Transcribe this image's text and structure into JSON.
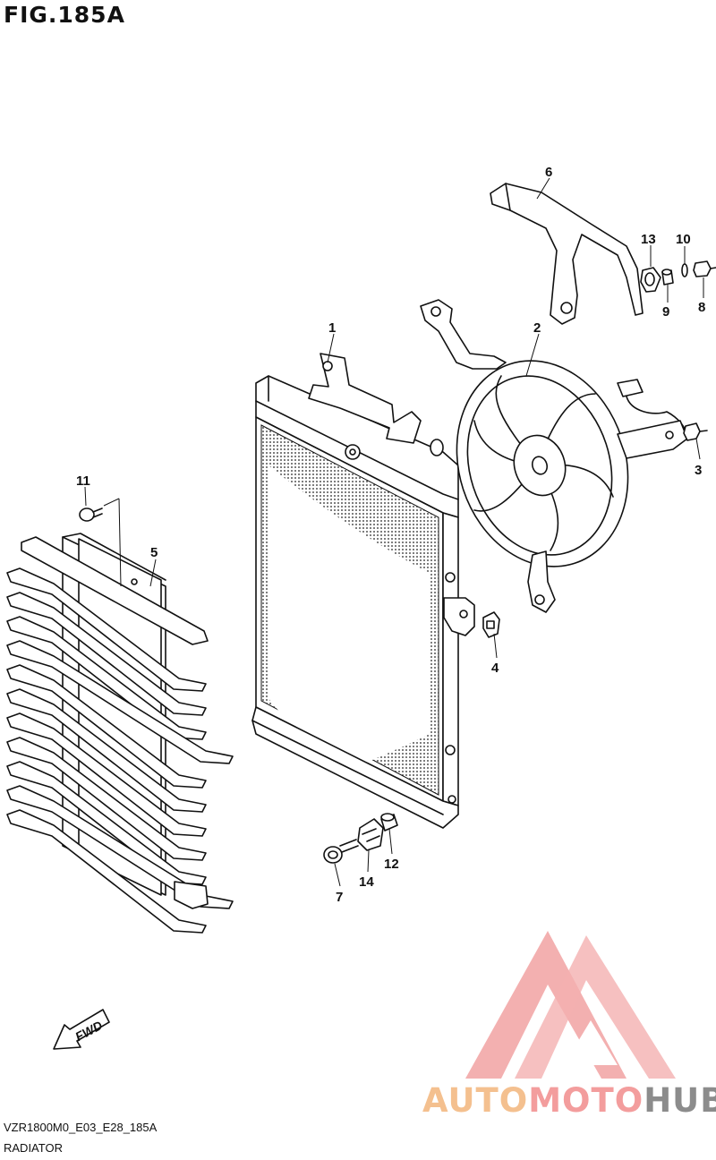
{
  "figure": {
    "title": "FIG.185A"
  },
  "callouts": [
    {
      "id": "1",
      "label": "1"
    },
    {
      "id": "2",
      "label": "2"
    },
    {
      "id": "3",
      "label": "3"
    },
    {
      "id": "4",
      "label": "4"
    },
    {
      "id": "5",
      "label": "5"
    },
    {
      "id": "6",
      "label": "6"
    },
    {
      "id": "7",
      "label": "7"
    },
    {
      "id": "8",
      "label": "8"
    },
    {
      "id": "9",
      "label": "9"
    },
    {
      "id": "10",
      "label": "10"
    },
    {
      "id": "11",
      "label": "11"
    },
    {
      "id": "12",
      "label": "12"
    },
    {
      "id": "13",
      "label": "13"
    },
    {
      "id": "14",
      "label": "14"
    }
  ],
  "fwd_label": "FWD",
  "footer": {
    "code": "VZR1800M0_E03_E28_185A",
    "name": "RADIATOR"
  },
  "watermark": {
    "part1": "AUTO",
    "part2": "MOTO",
    "part3": "HUB",
    "colors": {
      "auto": "#f4c08f",
      "moto": "#f39d9d",
      "hub": "#8c8c8c",
      "logo": "#f2a3a3"
    }
  }
}
